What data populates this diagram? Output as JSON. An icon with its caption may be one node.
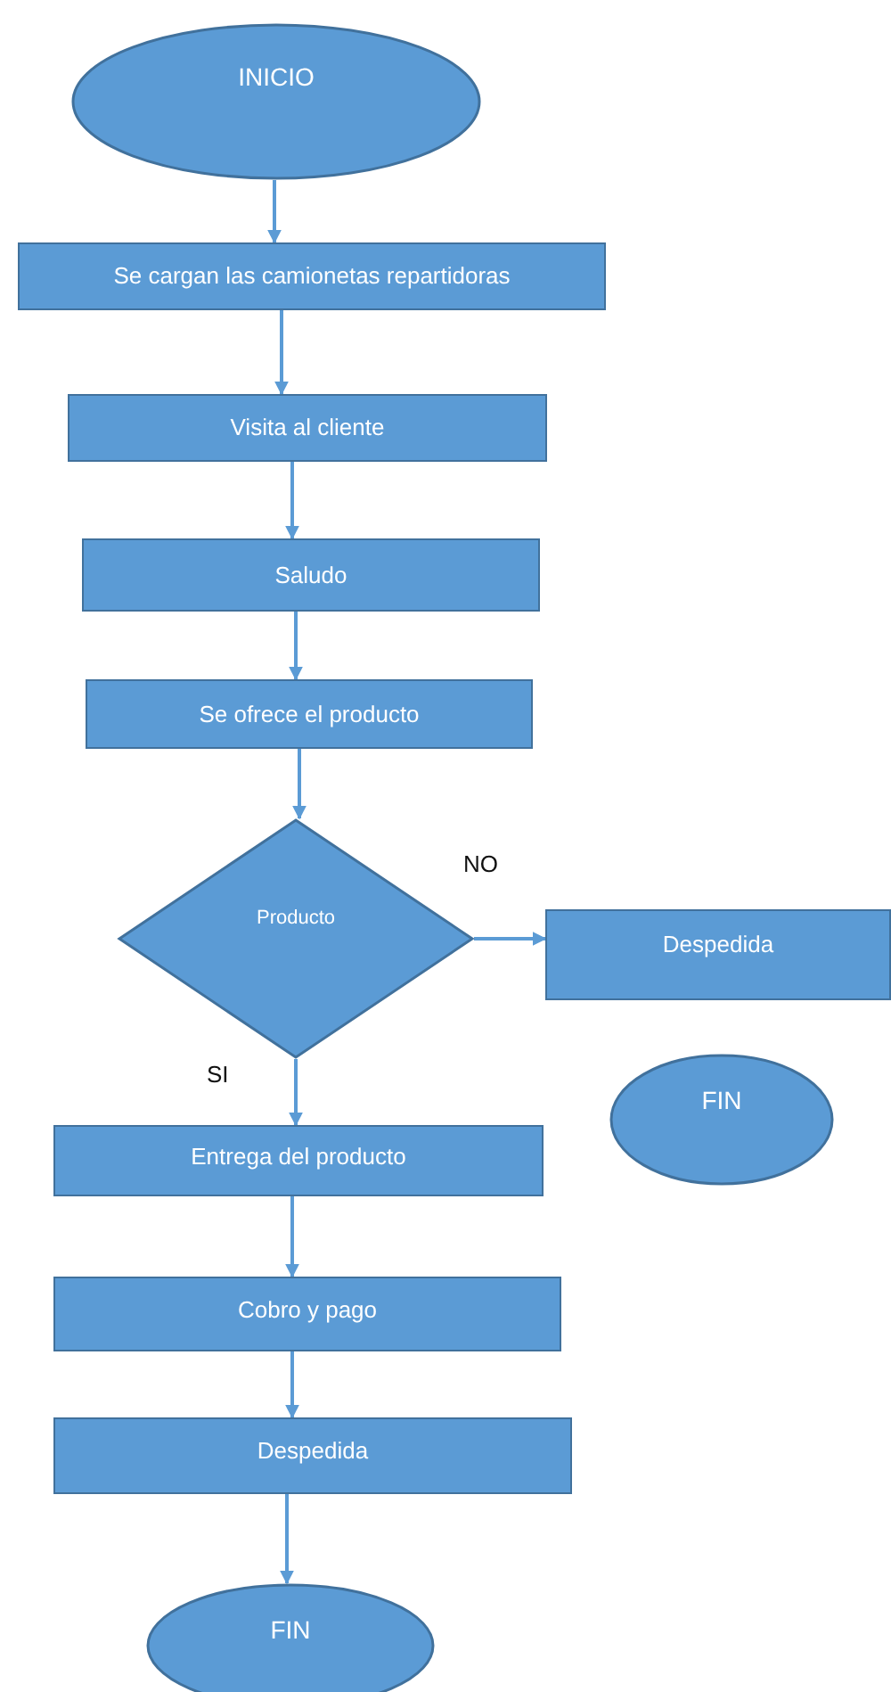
{
  "diagram": {
    "nodes": [
      {
        "text": [
          "INICIO"
        ]
      },
      {
        "text": [
          "Se cargan las camionetas repartidoras"
        ]
      },
      {
        "text": [
          "Visita al cliente"
        ]
      },
      {
        "text": [
          "Saludo"
        ]
      },
      {
        "text": [
          "Se ofrece el producto"
        ]
      },
      {
        "text": [
          "Producto"
        ]
      },
      {
        "text": [
          "Despedida"
        ]
      },
      {
        "text": [
          "FIN"
        ]
      },
      {
        "text": [
          "Entrega del producto"
        ]
      },
      {
        "text": [
          "Cobro y pago"
        ]
      },
      {
        "text": [
          "Despedida"
        ]
      },
      {
        "text": [
          "FIN"
        ]
      }
    ],
    "edges": [
      {
        "from": 0,
        "to": 1,
        "arrow": "to"
      },
      {
        "from": 1,
        "to": 2,
        "arrow": "to"
      },
      {
        "from": 2,
        "to": 3,
        "arrow": "to"
      },
      {
        "from": 3,
        "to": 4,
        "arrow": "to"
      },
      {
        "from": 4,
        "to": 5,
        "arrow": "to"
      },
      {
        "from": 5,
        "to": 6,
        "arrow": "to",
        "label": "NO"
      },
      {
        "from": 5,
        "to": 8,
        "arrow": "to",
        "label": "SI"
      },
      {
        "from": 8,
        "to": 9,
        "arrow": "to"
      },
      {
        "from": 9,
        "to": 10,
        "arrow": "to"
      },
      {
        "from": 10,
        "to": 11,
        "arrow": "to"
      }
    ]
  }
}
